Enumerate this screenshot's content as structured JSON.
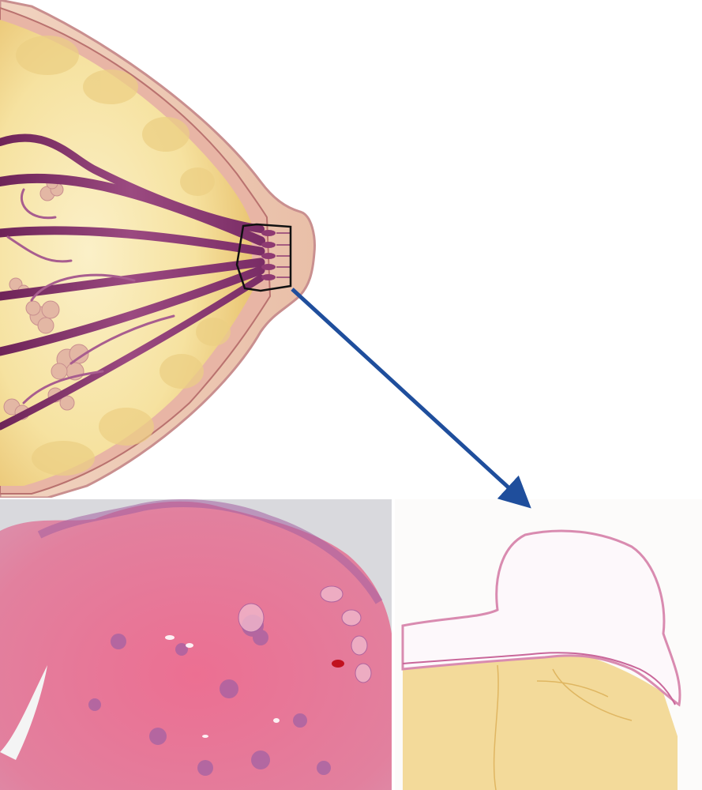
{
  "figure": {
    "panels": [
      {
        "id": "anatomy",
        "description_icon": "breast-anatomy-illustration-icon"
      },
      {
        "id": "histology",
        "description_icon": "he-stained-nipple-section-icon"
      },
      {
        "id": "sketch",
        "description_icon": "nipple-section-drawing-icon"
      }
    ],
    "colors": {
      "skin": "#f3dcc8",
      "fat": "#f6e2a0",
      "fat_dark": "#e9c56a",
      "duct": "#8e3a72",
      "duct_light": "#c98bb4",
      "he_pink": "#e9809f",
      "he_purple": "#8a5aa8",
      "arrow": "#1f4e9c",
      "sketch_yellow": "#f0cf7a",
      "sketch_pink": "#d98bb0"
    }
  }
}
